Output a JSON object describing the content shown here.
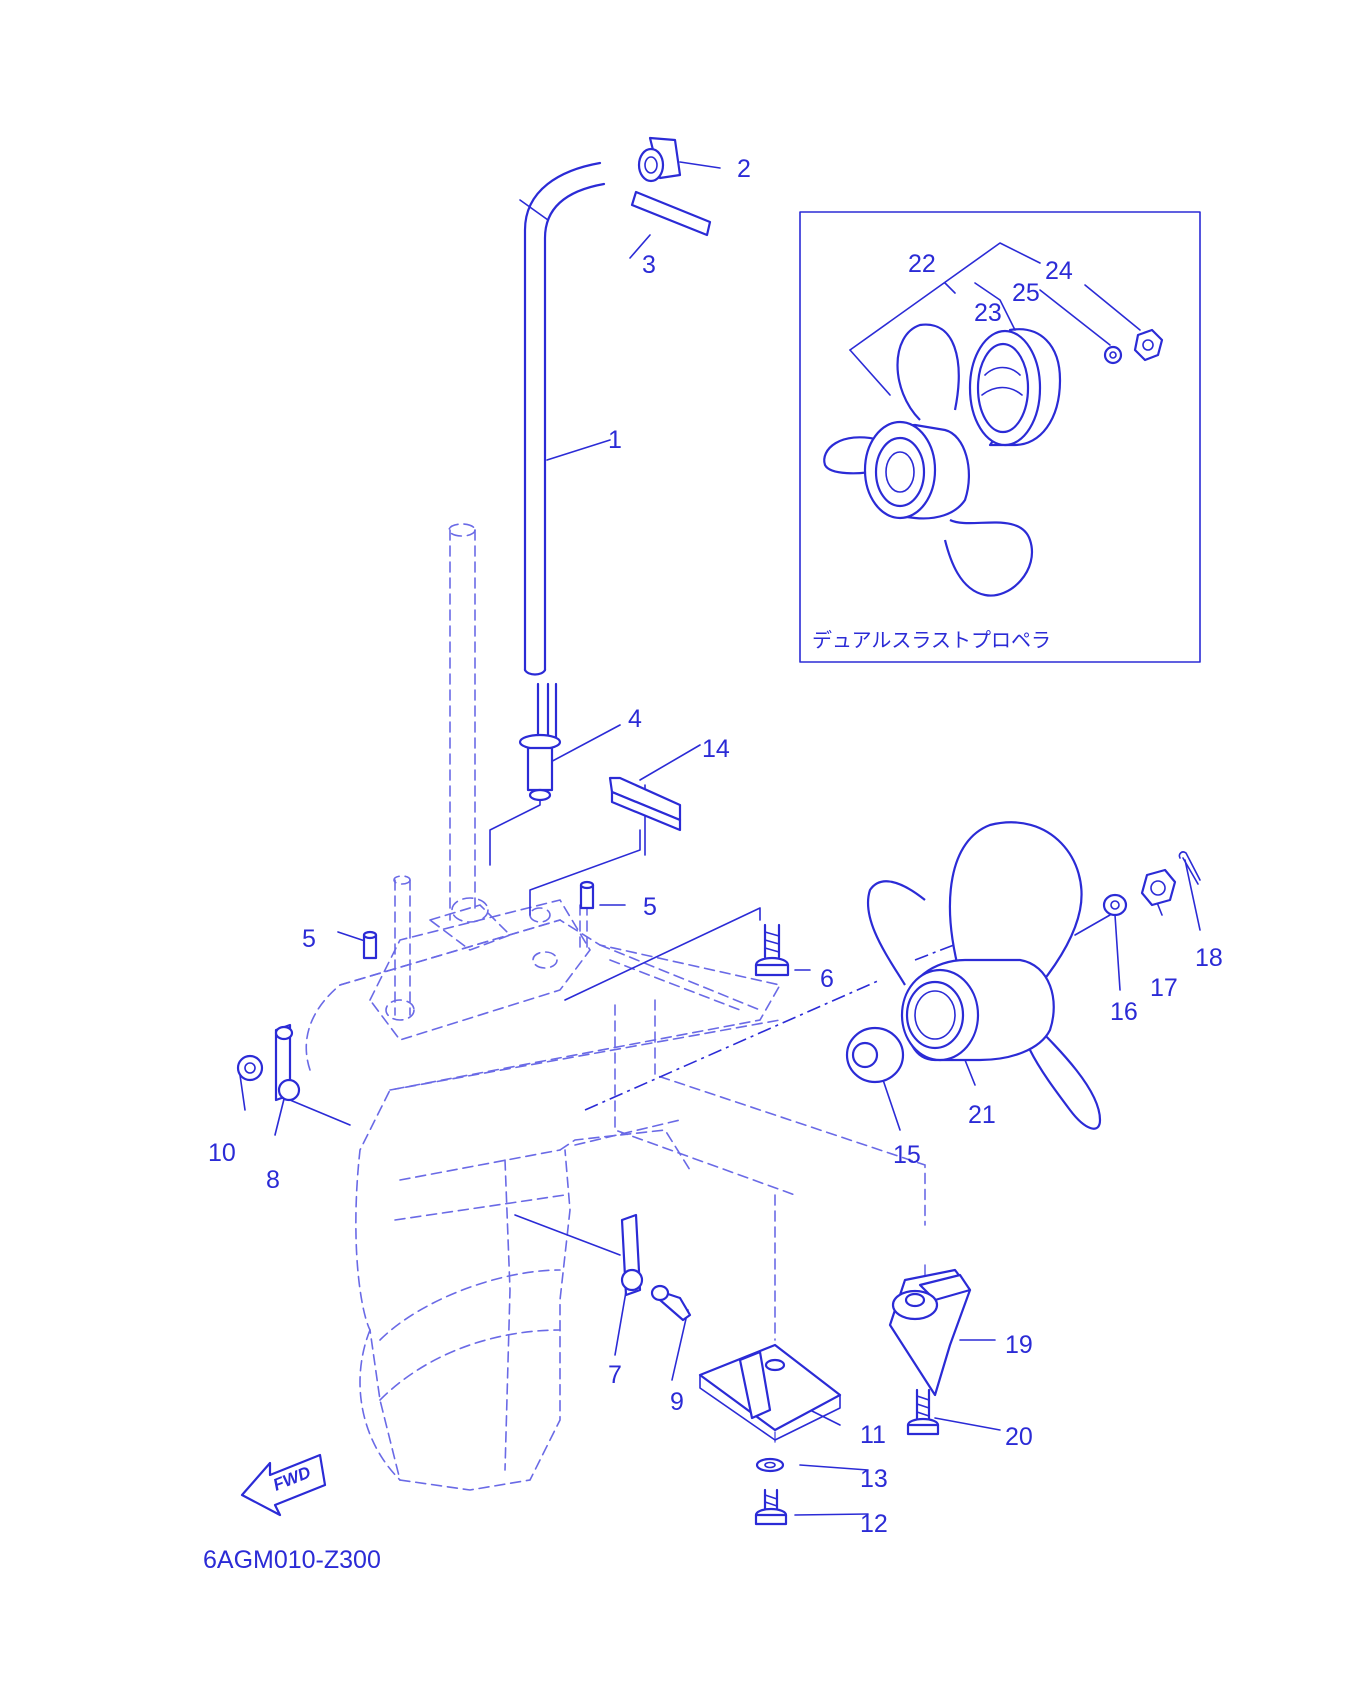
{
  "diagram_code": "6AGM010-Z300",
  "inset_caption": "デュアルスラストプロペラ",
  "fwd_label": "FWD",
  "part_labels": [
    "1",
    "2",
    "3",
    "4",
    "5",
    "5",
    "6",
    "7",
    "8",
    "9",
    "10",
    "11",
    "12",
    "13",
    "14",
    "15",
    "16",
    "17",
    "18",
    "19",
    "20",
    "21",
    "22",
    "23",
    "24",
    "25"
  ],
  "colors": {
    "ink": "#2b2bd6",
    "dashed": "#6a6ae6",
    "background": "#ffffff"
  }
}
